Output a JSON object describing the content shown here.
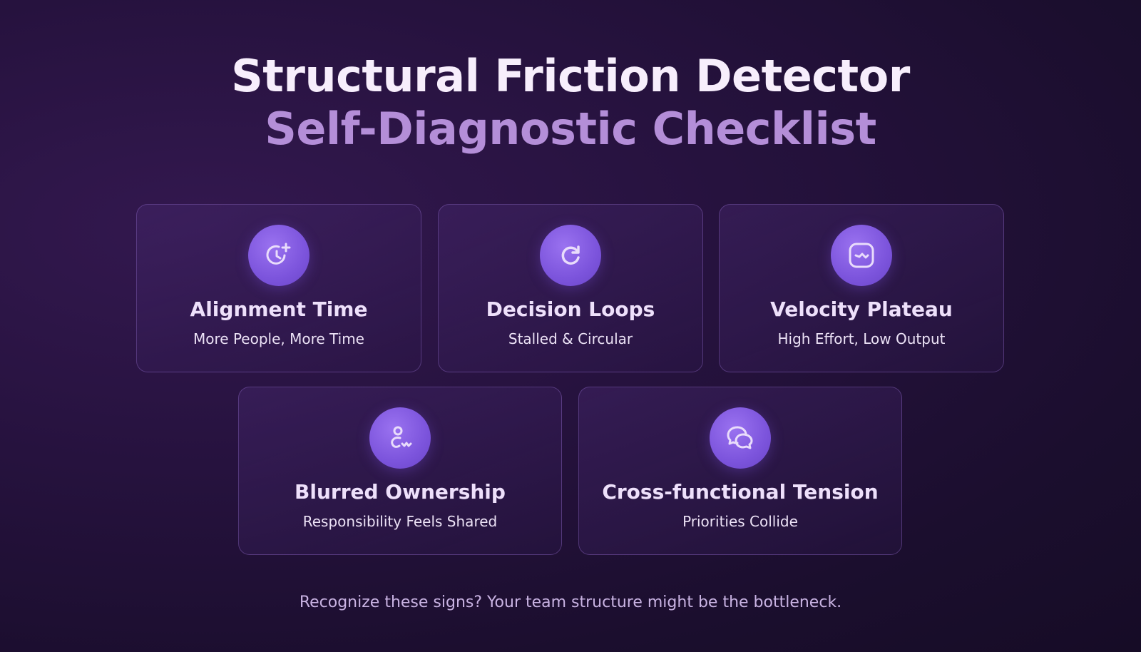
{
  "title": {
    "line1": "Structural Friction Detector",
    "line2": "Self-Diagnostic Checklist"
  },
  "cards": [
    {
      "icon": "clock-plus-icon",
      "title": "Alignment Time",
      "subtitle": "More People, More Time"
    },
    {
      "icon": "refresh-icon",
      "title": "Decision Loops",
      "subtitle": "Stalled & Circular"
    },
    {
      "icon": "trend-flat-icon",
      "title": "Velocity Plateau",
      "subtitle": "High Effort, Low Output"
    },
    {
      "icon": "user-shared-icon",
      "title": "Blurred Ownership",
      "subtitle": "Responsibility Feels Shared"
    },
    {
      "icon": "chat-bubbles-icon",
      "title": "Cross-functional Tension",
      "subtitle": "Priorities Collide"
    }
  ],
  "footer": "Recognize these signs? Your team structure might be the bottleneck.",
  "colors": {
    "accent": "#b48ed8",
    "icon_fill": "#7c54dc",
    "background": "#26123e"
  }
}
